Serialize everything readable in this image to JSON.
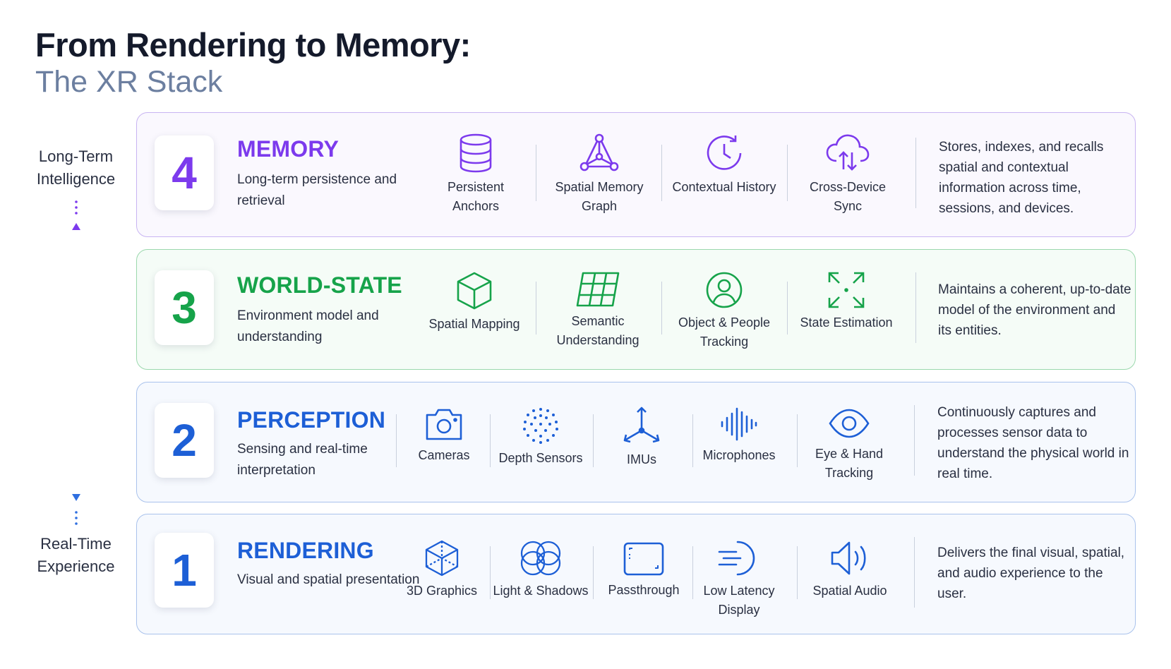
{
  "header": {
    "title": "From Rendering to Memory:",
    "subtitle": "The XR Stack"
  },
  "axis": {
    "top_label": "Long-Term Intelligence",
    "bottom_label": "Real-Time Experience",
    "colors": {
      "top": "#7c3aed",
      "bottom": "#2f6fe0"
    }
  },
  "layers": [
    {
      "number": "4",
      "name": "MEMORY",
      "description": "Long-term persistence and retrieval",
      "color": "#7c3aed",
      "features": [
        {
          "label": "Persistent Anchors",
          "icon": "database-icon"
        },
        {
          "label": "Spatial Memory Graph",
          "icon": "graph-nodes-icon"
        },
        {
          "label": "Contextual History",
          "icon": "clock-history-icon"
        },
        {
          "label": "Cross-Device Sync",
          "icon": "cloud-sync-icon"
        }
      ],
      "summary": "Stores, indexes, and recalls spatial and contextual information across time, sessions, and devices."
    },
    {
      "number": "3",
      "name": "WORLD-STATE",
      "description": "Environment model and understanding",
      "color": "#16a34a",
      "features": [
        {
          "label": "Spatial Mapping",
          "icon": "cube-icon"
        },
        {
          "label": "Semantic Understanding",
          "icon": "grid-icon"
        },
        {
          "label": "Object & People Tracking",
          "icon": "person-circle-icon"
        },
        {
          "label": "State Estimation",
          "icon": "expand-arrows-icon"
        }
      ],
      "summary": "Maintains a coherent, up-to-date model of the environment and its entities."
    },
    {
      "number": "2",
      "name": "PERCEPTION",
      "description": "Sensing and real-time interpretation",
      "color": "#1d5fd6",
      "features": [
        {
          "label": "Cameras",
          "icon": "camera-icon"
        },
        {
          "label": "Depth Sensors",
          "icon": "dot-sphere-icon"
        },
        {
          "label": "IMUs",
          "icon": "axes-icon"
        },
        {
          "label": "Microphones",
          "icon": "waveform-icon"
        },
        {
          "label": "Eye & Hand Tracking",
          "icon": "eye-icon"
        }
      ],
      "summary": "Continuously captures and processes sensor data to understand the physical world in real time."
    },
    {
      "number": "1",
      "name": "RENDERING",
      "description": "Visual and spatial presentation",
      "color": "#1d5fd6",
      "features": [
        {
          "label": "3D Graphics",
          "icon": "wireframe-cube-icon"
        },
        {
          "label": "Light & Shadows",
          "icon": "overlapping-circles-icon"
        },
        {
          "label": "Passthrough",
          "icon": "frame-icon"
        },
        {
          "label": "Low Latency Display",
          "icon": "speed-circle-icon"
        },
        {
          "label": "Spatial Audio",
          "icon": "speaker-icon"
        }
      ],
      "summary": "Delivers the final visual, spatial, and audio experience to the user."
    }
  ]
}
